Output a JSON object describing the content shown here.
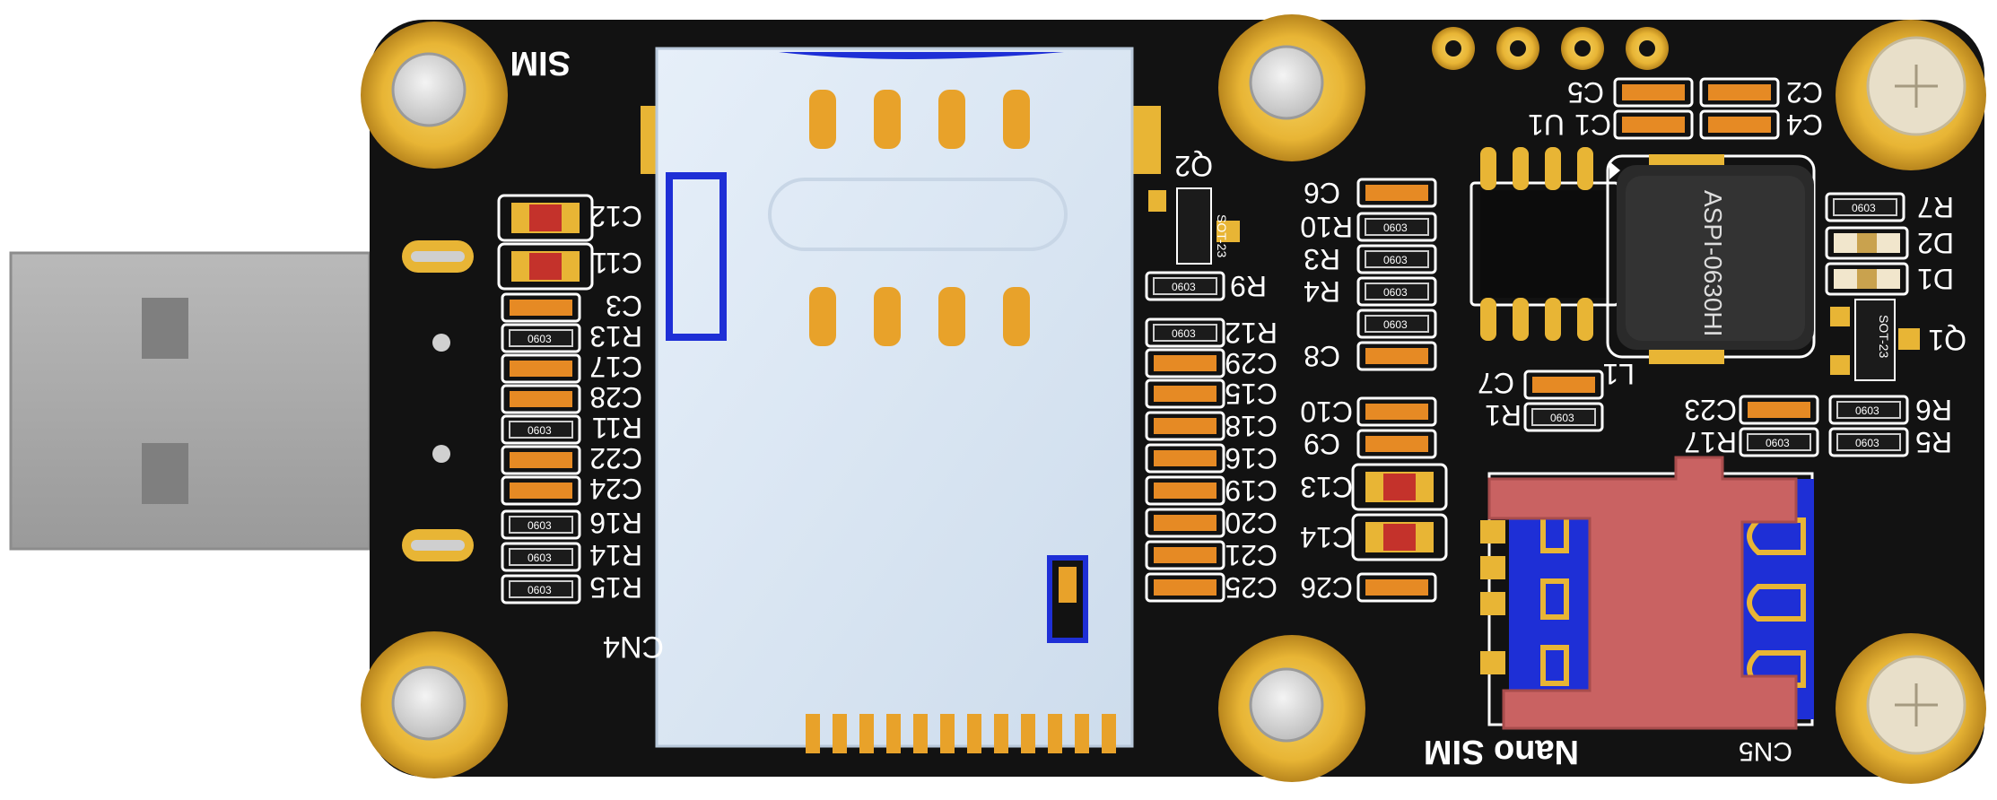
{
  "colors": {
    "board": "#121212",
    "silk": "#ffffff",
    "gold": "#e8b535",
    "gold_dark": "#b8851d",
    "usb_metal": "#a9a9a9",
    "sd_shell": "#dbe8f5",
    "sim_tray": "#c96262",
    "blue": "#1e2fd6",
    "pad_orange": "#e68a24",
    "resistor_dark": "#1b1b1b",
    "red_cap": "#c4322b"
  },
  "silkscreen": {
    "sim_label": "SIM",
    "cn4": "CN4",
    "nano_sim": "Nano SIM",
    "cn5": "CN5",
    "inductor_mark": "ASPI-0630HI",
    "inductor_ref": "L1",
    "u1": "U1",
    "q1": "Q1",
    "q2": "Q2",
    "sot": "SOT-23",
    "pkg": "0603",
    "left_column": [
      "C12",
      "C11",
      "C3",
      "R13",
      "C17",
      "C28",
      "R11",
      "C22",
      "C24",
      "R16",
      "R14",
      "R15"
    ],
    "mid_column": [
      "R9",
      "R12",
      "C29",
      "C15",
      "C18",
      "C16",
      "C19",
      "C20",
      "C21",
      "C25"
    ],
    "mid_right_column": [
      "C6",
      "R10",
      "R3",
      "R4",
      "C8",
      "C10",
      "C9",
      "C13",
      "C14",
      "C26"
    ],
    "right_refs": {
      "c5": "C5",
      "c1": "C1",
      "c2": "C2",
      "c4": "C4",
      "r7": "R7",
      "d2": "D2",
      "d1": "D1",
      "c23": "C23",
      "r6": "R6",
      "r17": "R17",
      "r5": "R5",
      "c7": "C7",
      "r1": "R1"
    }
  },
  "icons": [
    "plus-icon"
  ]
}
